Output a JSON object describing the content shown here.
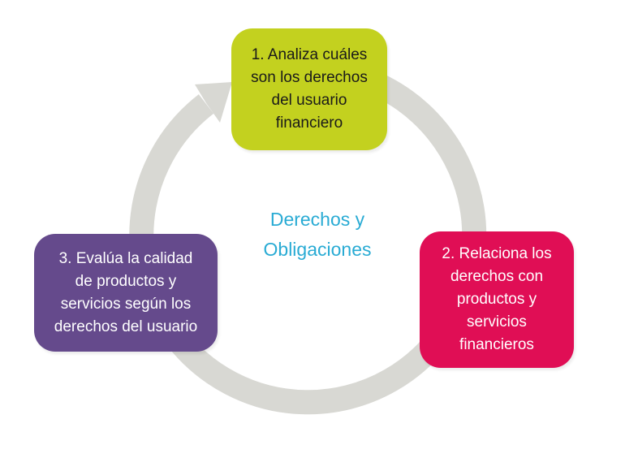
{
  "diagram": {
    "background_color": "#FFFFFF",
    "center_title": {
      "lines": [
        "Derechos y",
        "Obligaciones"
      ],
      "color": "#29ABD4"
    },
    "cycle_arrow": {
      "shape": "circular-arrow",
      "direction": "clockwise",
      "color": "#D8D8D3"
    },
    "steps": [
      {
        "position": "top",
        "lines": [
          "1. Analiza cuáles",
          "son los derechos",
          "del usuario",
          "financiero"
        ],
        "box_color": "#C3D11F",
        "text_color": "#1A1A1A"
      },
      {
        "position": "right",
        "lines": [
          "2. Relaciona los",
          "derechos con",
          "productos y",
          "servicios",
          "financieros"
        ],
        "box_color": "#E00E55",
        "text_color": "#FFFFFF"
      },
      {
        "position": "left",
        "lines": [
          "3. Evalúa la calidad",
          "de productos y",
          "servicios según los",
          "derechos del usuario"
        ],
        "box_color": "#654A8C",
        "text_color": "#FFFFFF"
      }
    ]
  }
}
